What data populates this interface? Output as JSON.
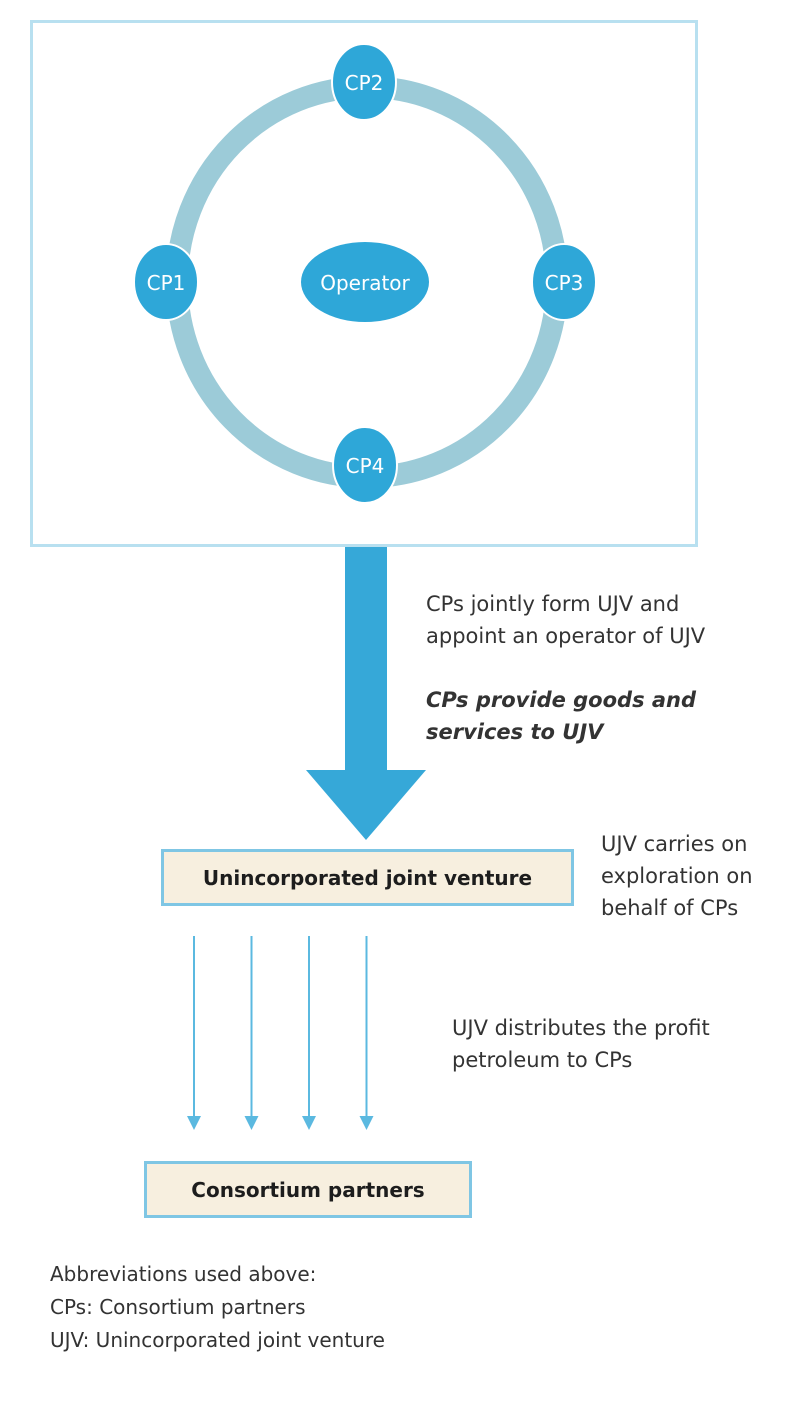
{
  "diagram": {
    "colors": {
      "node": "#2ea7d8",
      "ring": "#9ccbd8",
      "frame": "#b8e0f0",
      "box_fill": "#f7efdf",
      "box_border": "#7fc6e4",
      "arrow": "#36a8d8"
    },
    "center": {
      "label": "Operator"
    },
    "partners": [
      {
        "id": "cp2",
        "label": "CP2",
        "position": "top"
      },
      {
        "id": "cp1",
        "label": "CP1",
        "position": "left"
      },
      {
        "id": "cp3",
        "label": "CP3",
        "position": "right"
      },
      {
        "id": "cp4",
        "label": "CP4",
        "position": "bottom"
      }
    ],
    "notes": {
      "form": "CPs jointly form UJV and appoint an operator of UJV",
      "form_line1": "CPs jointly form UJV and",
      "form_line2": "appoint an operator of UJV",
      "provide_line1": "CPs provide goods and",
      "provide_line2": "services to UJV",
      "carries_line1": "UJV carries on",
      "carries_line2": "exploration on",
      "carries_line3": "behalf of CPs",
      "distributes_line1": "UJV distributes the profit",
      "distributes_line2": "petroleum to CPs"
    },
    "boxes": {
      "ujv": "Unincorporated joint venture",
      "partners": "Consortium partners"
    },
    "distribution_arrow_count": 4,
    "abbreviations": {
      "title": "Abbreviations used above:",
      "items": [
        "CPs: Consortium partners",
        "UJV: Unincorporated joint venture"
      ]
    }
  }
}
